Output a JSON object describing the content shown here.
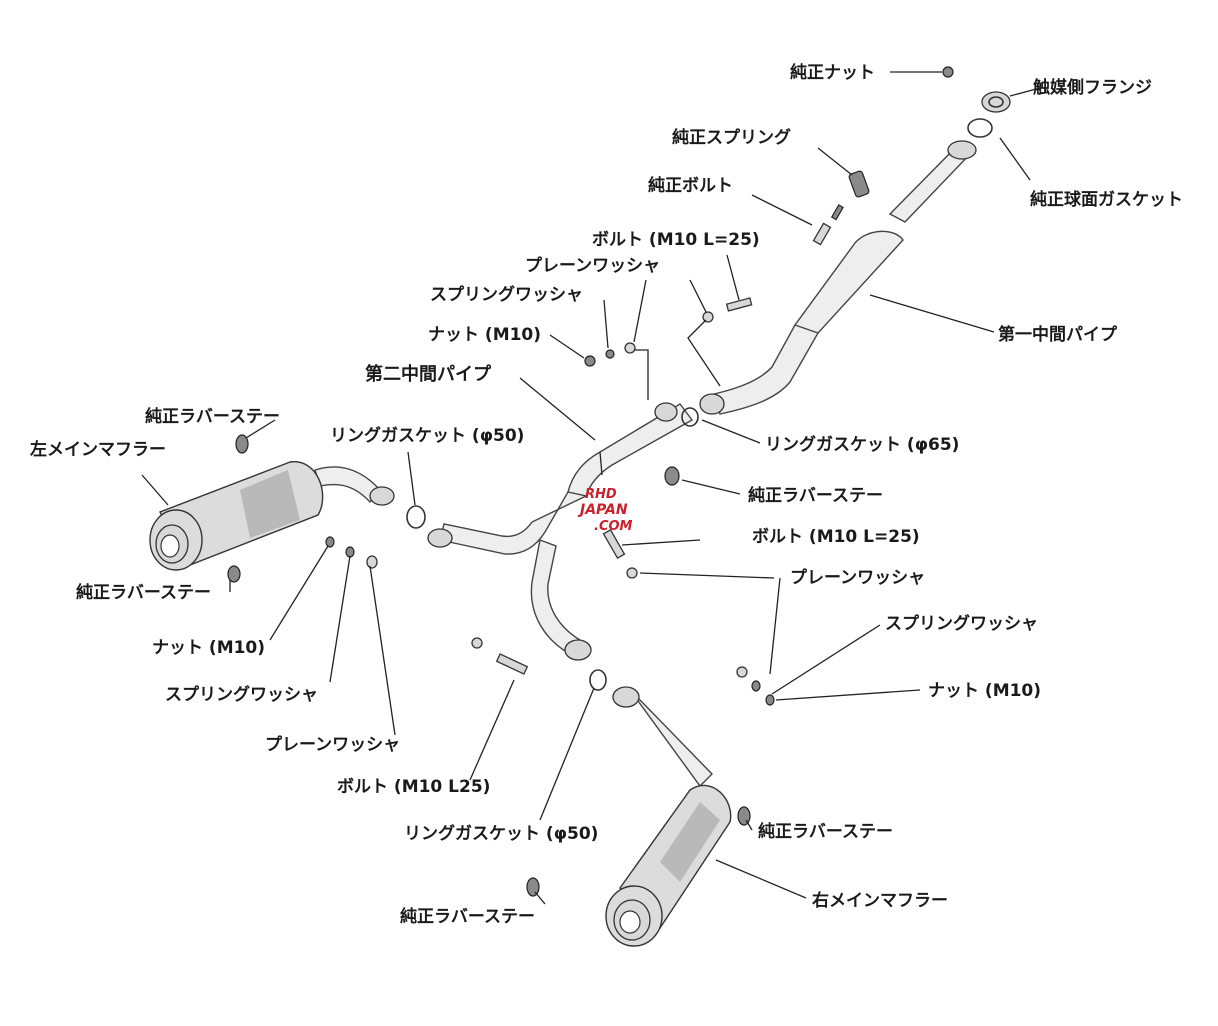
{
  "labels": {
    "genuine_nut_top": "純正ナット",
    "catalyst_flange": "触媒側フランジ",
    "genuine_spring": "純正スプリング",
    "genuine_bolt": "純正ボルト",
    "genuine_spherical_gasket": "純正球面ガスケット",
    "bolt_m10_l25_upper": "ボルト (M10 L=25)",
    "plain_washer_upper": "プレーンワッシャ",
    "spring_washer_upper": "スプリングワッシャ",
    "nut_m10_upper": "ナット (M10)",
    "first_mid_pipe": "第一中間パイプ",
    "second_mid_pipe": "第二中間パイプ",
    "genuine_rubber_stay_left_top": "純正ラバーステー",
    "left_main_muffler": "左メインマフラー",
    "ring_gasket_50_left": "リングガスケット (φ50)",
    "ring_gasket_65": "リングガスケット (φ65)",
    "genuine_rubber_stay_center": "純正ラバーステー",
    "bolt_m10_l25_right": "ボルト (M10 L=25)",
    "genuine_rubber_stay_left_bottom": "純正ラバーステー",
    "plain_washer_right": "プレーンワッシャ",
    "spring_washer_right": "スプリングワッシャ",
    "nut_m10_left": "ナット (M10)",
    "nut_m10_right": "ナット (M10)",
    "spring_washer_left": "スプリングワッシャ",
    "plain_washer_left": "プレーンワッシャ",
    "bolt_m10_l25_left": "ボルト (M10 L25)",
    "ring_gasket_50_bottom": "リングガスケット (φ50)",
    "genuine_rubber_stay_right": "純正ラバーステー",
    "right_main_muffler": "右メインマフラー",
    "genuine_rubber_stay_bottom": "純正ラバーステー"
  },
  "watermark": {
    "line1": "RHD",
    "line2": "JAPAN",
    "line3": ".COM",
    "color": "#cc1f2c"
  }
}
